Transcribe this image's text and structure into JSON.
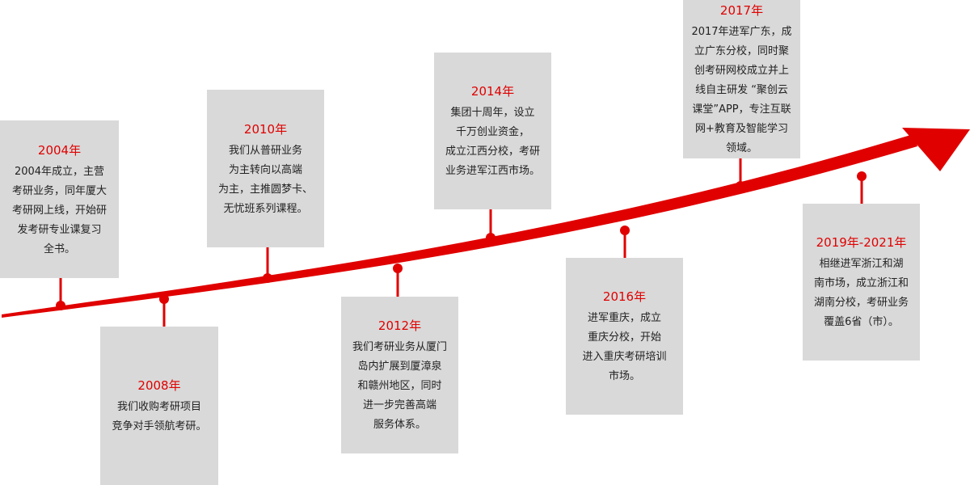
{
  "colors": {
    "accent": "#e00000",
    "box_bg": "#d9d9d9",
    "text": "#222222"
  },
  "milestones": [
    {
      "year": "2004年",
      "lines": [
        "2004年成立，主营",
        "考研业务，同年厦大",
        "考研网上线，开始研",
        "发考研专业课复习",
        "全书。"
      ]
    },
    {
      "year": "2008年",
      "lines": [
        "我们收购考研项目",
        "竞争对手领航考研。"
      ]
    },
    {
      "year": "2010年",
      "lines": [
        "我们从普研业务",
        "为主转向以高端",
        "为主，主推圆梦卡、",
        "无忧班系列课程。"
      ]
    },
    {
      "year": "2012年",
      "lines": [
        "我们考研业务从厦门",
        "岛内扩展到厦漳泉",
        "和赣州地区，同时",
        "进一步完善高端",
        "服务体系。"
      ]
    },
    {
      "year": "2014年",
      "lines": [
        "集团十周年，设立",
        "千万创业资金，",
        "成立江西分校，考研",
        "业务进军江西市场。"
      ]
    },
    {
      "year": "2016年",
      "lines": [
        "进军重庆，成立",
        "重庆分校，开始",
        "进入重庆考研培训",
        "市场。"
      ]
    },
    {
      "year": "2017年",
      "lines": [
        "2017年进军广东，成",
        "立广东分校，同时聚",
        "创考研网校成立并上",
        "线自主研发 “聚创云",
        "课堂”APP，专注互联",
        "网+教育及智能学习",
        "领域。"
      ]
    },
    {
      "year": "2019年-2021年",
      "lines": [
        "相继进军浙江和湖",
        "南市场，成立浙江和",
        "湖南分校，考研业务",
        "覆盖6省（市）。"
      ]
    }
  ]
}
